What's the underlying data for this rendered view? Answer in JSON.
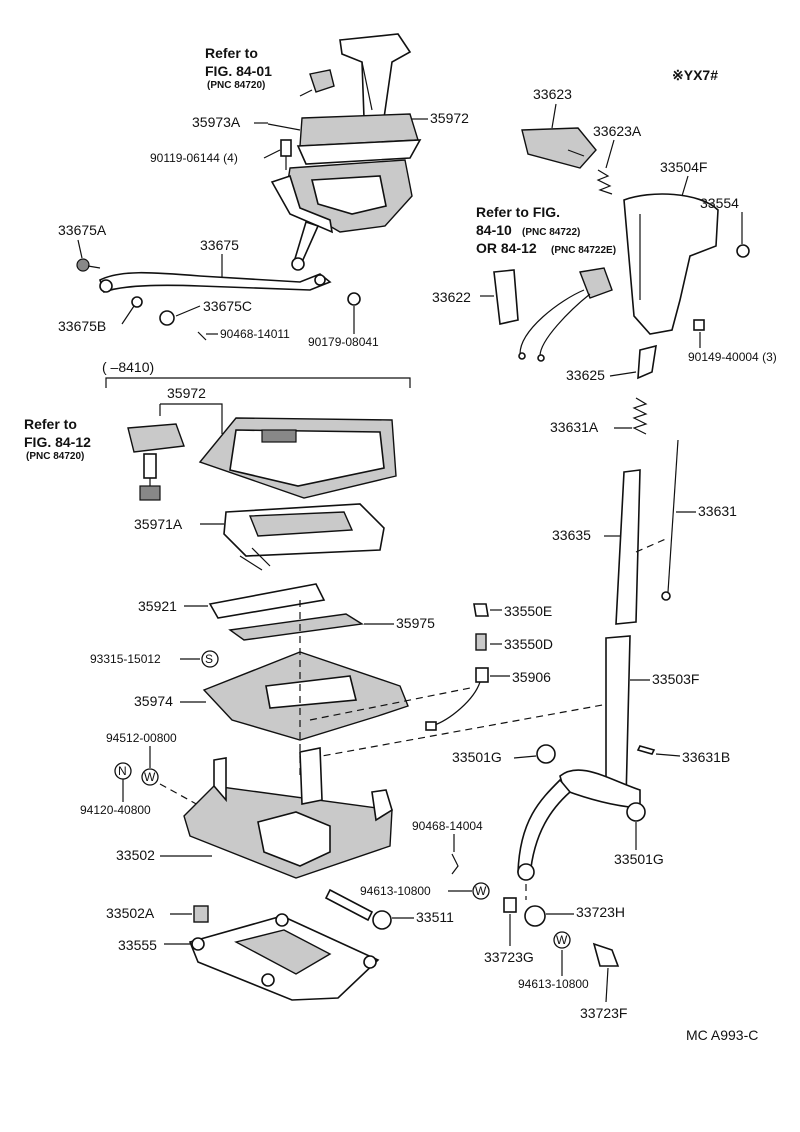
{
  "diagram": {
    "code": "※YX7#",
    "footer": "MC A993-C",
    "refs": {
      "r1_line1": "Refer to",
      "r1_line2": "FIG. 84-01",
      "r1_line3": "(PNC 84720)",
      "r2_line1": "Refer to FIG.",
      "r2_line2": "84-10",
      "r2_pnc1": "(PNC 84722)",
      "r2_line3": "OR 84-12",
      "r2_pnc2": "(PNC 84722E)",
      "r3_line1": "Refer to",
      "r3_line2": "FIG. 84-12",
      "r3_line3": "(PNC 84720)"
    },
    "bracket_label": "(      –8410)",
    "symbols": {
      "s": "S",
      "n": "N",
      "w": "W"
    },
    "parts": {
      "p35973A": "35973A",
      "p35972": "35972",
      "p90119": "90119-06144 (4)",
      "p33675A": "33675A",
      "p33675": "33675",
      "p33675B": "33675B",
      "p33675C": "33675C",
      "p90468a": "90468-14011",
      "p90179": "90179-08041",
      "p35972b": "35972",
      "p35971A": "35971A",
      "p35921": "35921",
      "p35975": "35975",
      "p93315": "93315-15012",
      "p35974": "35974",
      "p94512": "94512-00800",
      "p94120": "94120-40800",
      "p33502": "33502",
      "p33502A": "33502A",
      "p33555": "33555",
      "p90468b": "90468-14004",
      "p94613a": "94613-10800",
      "p33511": "33511",
      "p33623": "33623",
      "p33623A": "33623A",
      "p33504F": "33504F",
      "p33554": "33554",
      "p33622": "33622",
      "p90149": "90149-40004 (3)",
      "p33625": "33625",
      "p33631A": "33631A",
      "p33631": "33631",
      "p33635": "33635",
      "p33550E": "33550E",
      "p33550D": "33550D",
      "p35906": "35906",
      "p33503F": "33503F",
      "p33501G": "33501G",
      "p33631B": "33631B",
      "p33501Gb": "33501G",
      "p33723H": "33723H",
      "p33723G": "33723G",
      "p94613b": "94613-10800",
      "p33723F": "33723F"
    }
  }
}
